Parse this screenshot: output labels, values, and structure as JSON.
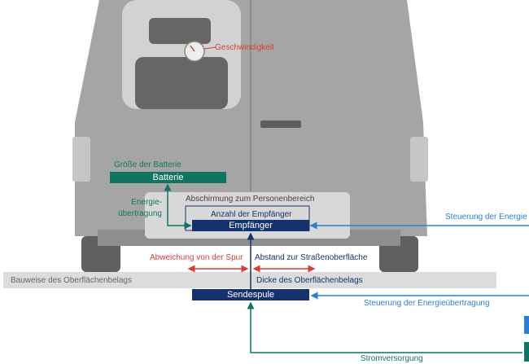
{
  "colors": {
    "van_body": "#a3a3a3",
    "van_dark": "#6b6b6b",
    "navy": "#14336e",
    "teal": "#0f7563",
    "red": "#d43f3a",
    "blue": "#2a7fd4",
    "gray_text": "#555555",
    "road_strip": "#dcdcdc"
  },
  "labels": {
    "speed": "Geschwindigkeit",
    "battery_size": "Größe der Batterie",
    "battery": "Batterie",
    "energy_transfer_line1": "Energie-",
    "energy_transfer_line2": "übertragung",
    "shielding": "Abschirmung zum Personenbereich",
    "receiver_count": "Anzahl der Empfänger",
    "receiver": "Empfänger",
    "energy_control": "Steuerung der Energie",
    "lane_deviation": "Abweichung von der Spur",
    "road_distance": "Abstand zur Straßenoberfläche",
    "surface_construction": "Bauweise des Oberflächenbelags",
    "surface_thickness": "Dicke des Oberflächenbelags",
    "transmit_coil": "Sendespule",
    "energy_transfer_control": "Steuerung der Energieübertragung",
    "power_supply": "Stromversorgung"
  }
}
